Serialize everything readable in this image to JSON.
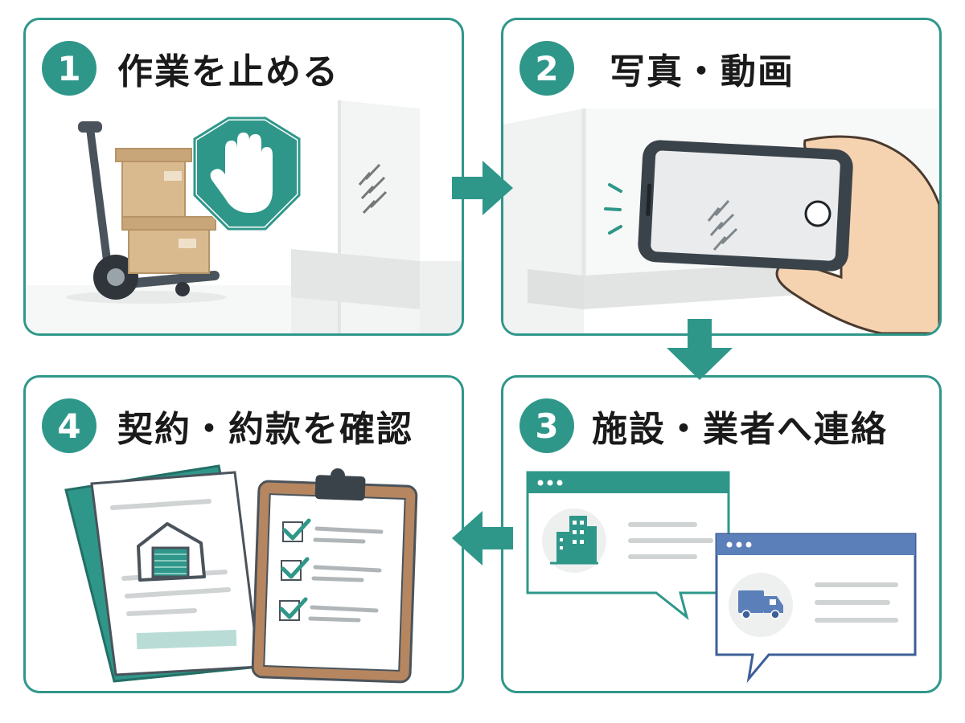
{
  "colors": {
    "teal": "#2f978a",
    "blue": "#5b7fb8",
    "cardboard": "#d9b98e",
    "clipboard": "#b58660"
  },
  "steps": [
    {
      "number": "1",
      "title": "作業を止める",
      "icons": [
        "hand-truck-icon",
        "stop-hand-sign-icon",
        "scratched-wall-icon"
      ]
    },
    {
      "number": "2",
      "title": "写真・動画",
      "icons": [
        "smartphone-camera-icon",
        "hand-icon",
        "scratch-icon"
      ]
    },
    {
      "number": "3",
      "title": "施設・業者へ連絡",
      "icons": [
        "building-icon",
        "truck-icon",
        "chat-window-icon"
      ]
    },
    {
      "number": "4",
      "title": "契約・約款を確認",
      "icons": [
        "contract-document-icon",
        "warehouse-icon",
        "checklist-clipboard-icon"
      ]
    }
  ],
  "flow_arrows": [
    "right",
    "down",
    "left"
  ]
}
